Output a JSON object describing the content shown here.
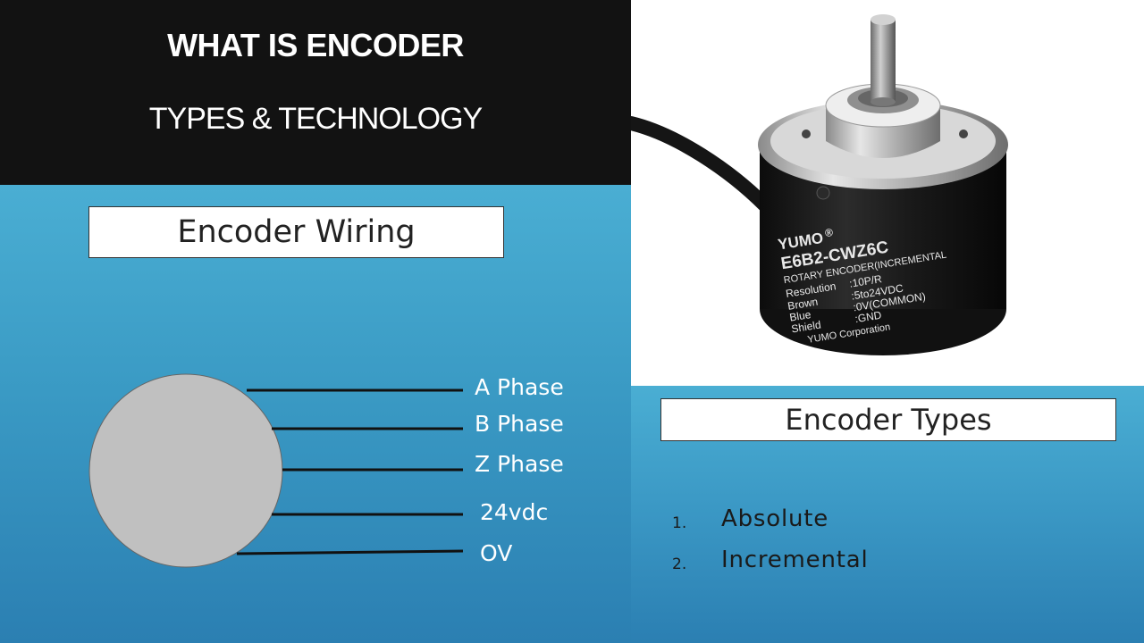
{
  "header": {
    "title": "WHAT IS ENCODER",
    "subtitle": "TYPES & TECHNOLOGY"
  },
  "wiring": {
    "title": "Encoder Wiring",
    "wires": [
      "A Phase",
      "B Phase",
      "Z Phase",
      "24vdc",
      "OV"
    ]
  },
  "product": {
    "brand": "YUMO",
    "registered": "®",
    "model": "E6B2-CWZ6C",
    "type": "ROTARY ENCODER(INCREMENTAL",
    "specs": [
      {
        "key": "Resolution",
        "value": ":10P/R"
      },
      {
        "key": "Brown",
        "value": ":5to24VDC"
      },
      {
        "key": "Blue",
        "value": ":0V(COMMON)"
      },
      {
        "key": "Shield",
        "value": ":GND"
      }
    ],
    "maker": "YUMO Corporation"
  },
  "types": {
    "title": "Encoder Types",
    "items": [
      {
        "num": "1.",
        "label": "Absolute"
      },
      {
        "num": "2.",
        "label": "Incremental"
      }
    ]
  },
  "colors": {
    "header_bg": "#121212",
    "panel_blue": "#3a9ac4",
    "disc": "#c0c0c0"
  }
}
